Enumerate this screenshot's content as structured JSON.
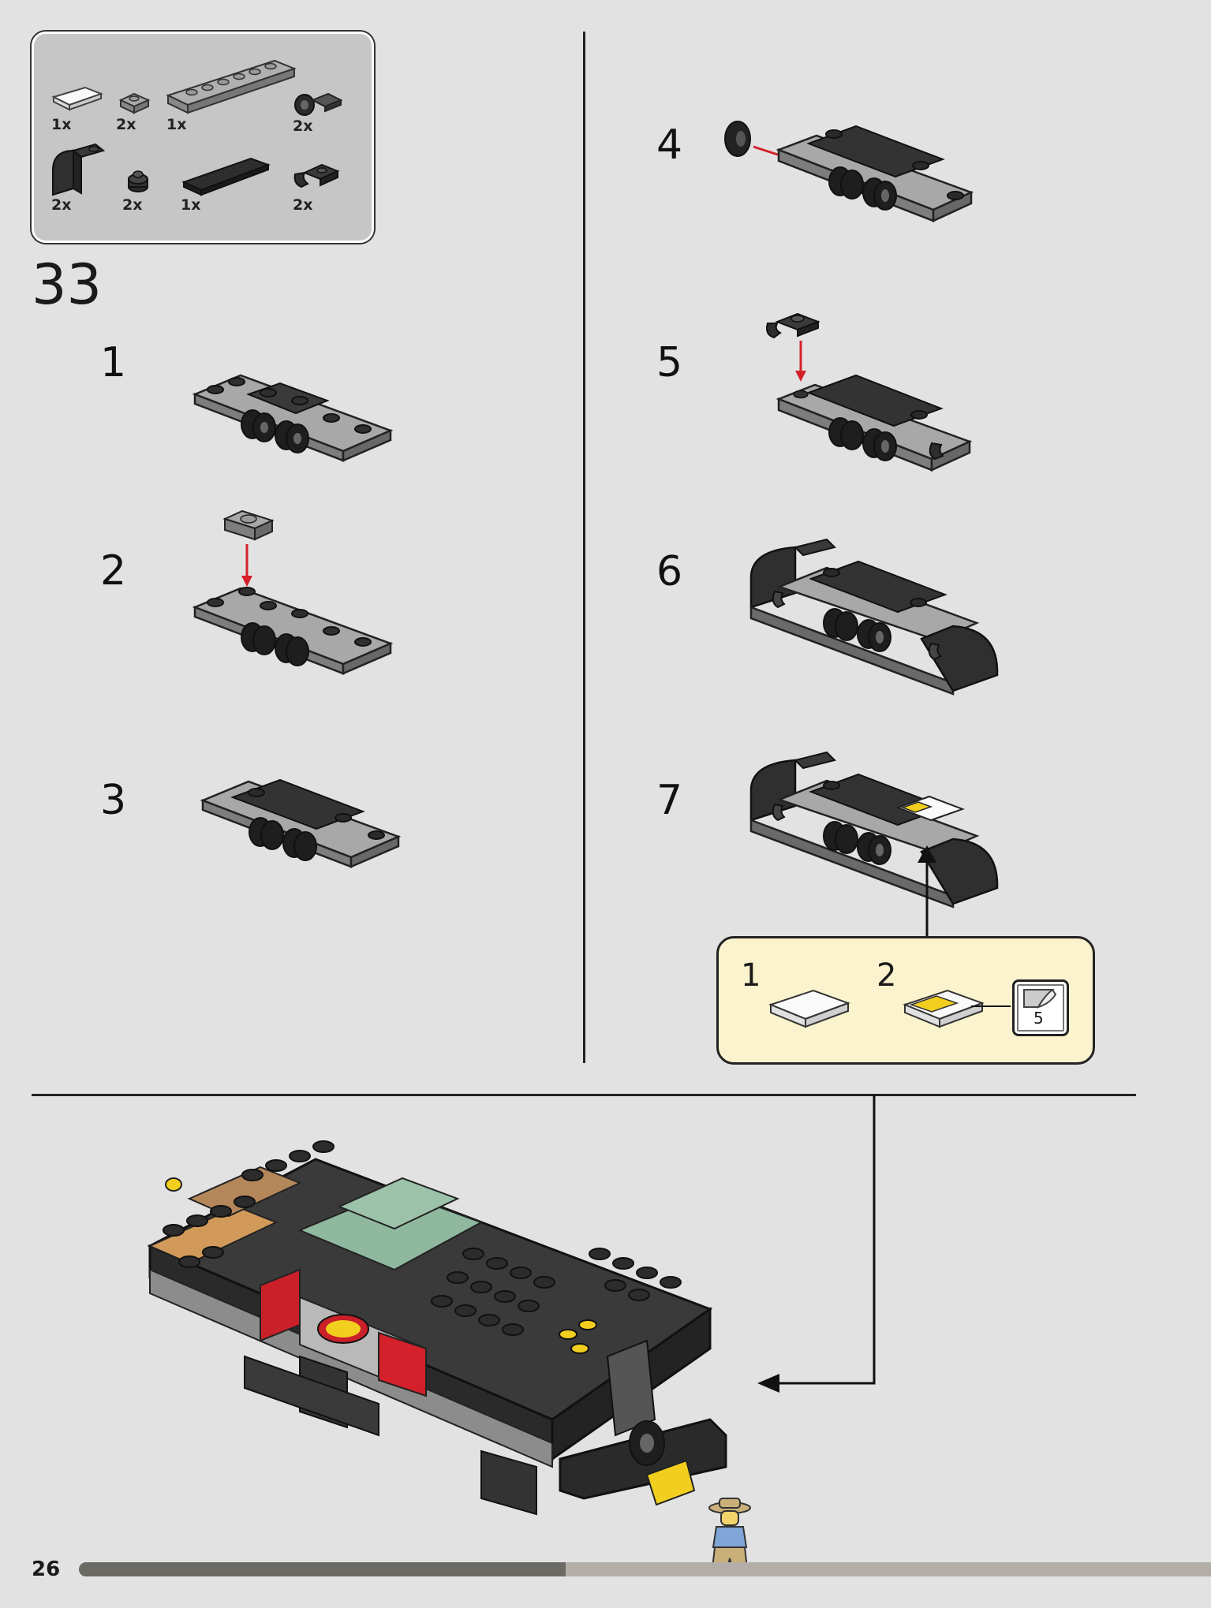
{
  "parts_list": {
    "items": [
      {
        "qty": "1x",
        "part": "white-tile-1x2"
      },
      {
        "qty": "2x",
        "part": "grey-plate-1x1"
      },
      {
        "qty": "1x",
        "part": "grey-plate-1x6"
      },
      {
        "qty": "2x",
        "part": "black-wheel-with-pin"
      },
      {
        "qty": "2x",
        "part": "black-curved-slope"
      },
      {
        "qty": "2x",
        "part": "black-round-plate-1x1"
      },
      {
        "qty": "1x",
        "part": "black-tile-1x4"
      },
      {
        "qty": "2x",
        "part": "black-clip-plate"
      }
    ]
  },
  "main_step": "33",
  "substeps": [
    "1",
    "2",
    "3",
    "4",
    "5",
    "6",
    "7"
  ],
  "callout": {
    "steps": [
      "1",
      "2"
    ],
    "sticker_sheet_number": "5",
    "bg_color": "#fbf3cd"
  },
  "page_number": "26",
  "progress": 0.43,
  "colors": {
    "background": "#e2e2e2",
    "part_black": "#2e2e2e",
    "part_grey": "#a9a9a9",
    "arrow_red": "#d4202a",
    "sticker_yellow": "#f2cf1e"
  }
}
